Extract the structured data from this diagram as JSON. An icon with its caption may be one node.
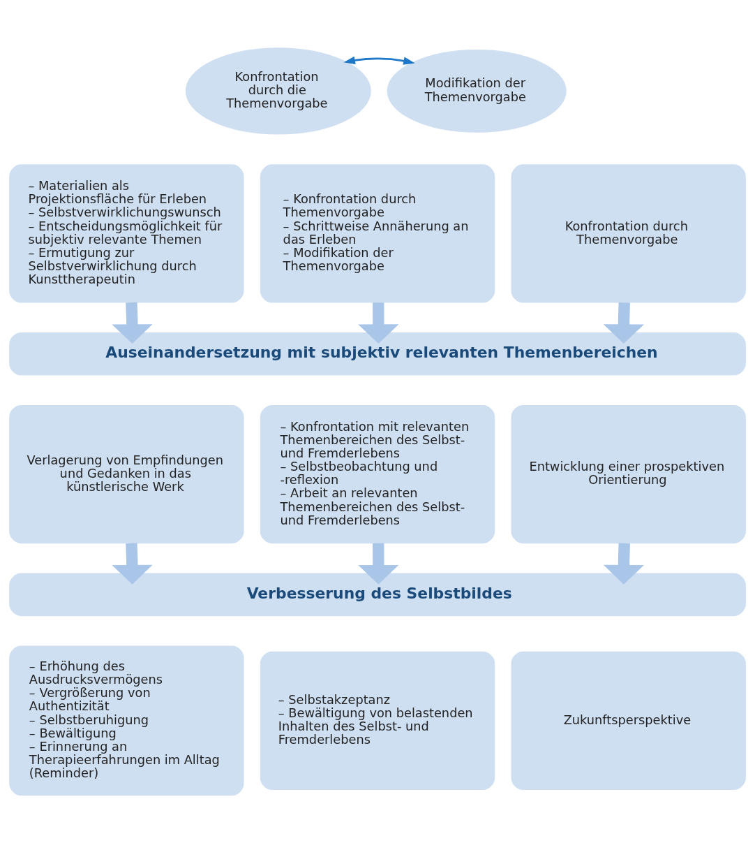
{
  "diagram": {
    "nodes": [
      {
        "text": [
          "Konfrontation durch die Themenvorgabe"
        ]
      },
      {
        "text": [
          "Modifikation der Themenvorgabe"
        ]
      },
      {
        "text": [
          "– Materialien als Projektionsfläche für Erleben",
          "– Selbstverwirklichungswunsch",
          "– Entscheidungsmöglichkeit für subjektiv relevante Themen",
          "– Ermutigung zur Selbstverwirklichung durch Kunsttherapeutin"
        ]
      },
      {
        "text": [
          "– Konfrontation durch Themenvorgabe",
          "– Schrittweise Annäherung an das Erleben",
          "– Modifikation der Themenvorgabe"
        ]
      },
      {
        "text": [
          "Konfrontation durch Themenvorgabe"
        ]
      },
      {
        "text": [
          "Auseinandersetzung mit subjektiv relevanten Themenbereichen"
        ]
      },
      {
        "text": [
          "Verlagerung von Empfindungen und Gedanken in das künstlerische Werk"
        ]
      },
      {
        "text": [
          "– Konfrontation mit relevanten Themenbereichen des Selbst- und Fremderlebens",
          "– Selbstbeobachtung und -reflexion",
          "– Arbeit an relevanten Themenbereichen des Selbst- und Fremderlebens"
        ]
      },
      {
        "text": [
          "Entwicklung einer prospektiven Orientierung"
        ]
      },
      {
        "text": [
          "Verbesserung des Selbstbildes"
        ]
      },
      {
        "text": [
          "– Erhöhung des Ausdrucksvermögens",
          "– Vergrößerung von Authentizität",
          "– Selbstberuhigung",
          "– Bewältigung",
          "– Erinnerung an Therapieerfahrungen im Alltag (Reminder)"
        ]
      },
      {
        "text": [
          "– Selbstakzeptanz",
          "– Bewältigung von belastenden Inhalten des Selbst- und Fremderlebens"
        ]
      },
      {
        "text": [
          "Zukunftsperspektive"
        ]
      }
    ],
    "edges": [
      {
        "from": 0,
        "to": 1,
        "arrow": "both",
        "color": "#1f78c8"
      },
      {
        "from": 2,
        "to": 5,
        "arrow": "to"
      },
      {
        "from": 3,
        "to": 5,
        "arrow": "to"
      },
      {
        "from": 4,
        "to": 5,
        "arrow": "to"
      },
      {
        "from": 6,
        "to": 9,
        "arrow": "to"
      },
      {
        "from": 7,
        "to": 9,
        "arrow": "to"
      },
      {
        "from": 8,
        "to": 9,
        "arrow": "to"
      }
    ]
  }
}
